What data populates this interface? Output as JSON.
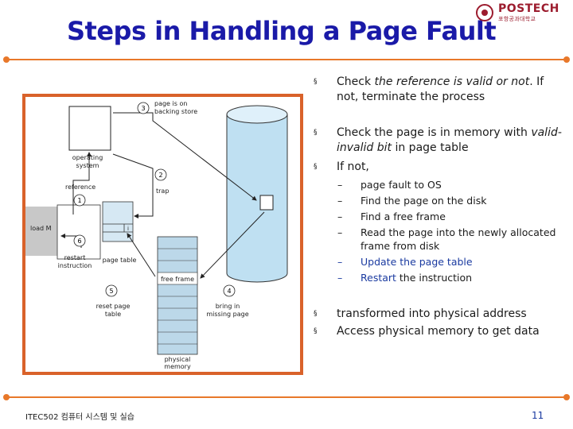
{
  "title": "Steps in Handling a Page Fault",
  "logo": {
    "brand": "POSTECH",
    "sub": "포항공과대학교"
  },
  "figure": {
    "labels": {
      "page_on_backing_store": [
        "page is on",
        "backing store"
      ],
      "operating_system": [
        "operating",
        "system"
      ],
      "reference": "reference",
      "trap": "trap",
      "load_m": "load M",
      "i": "i",
      "restart_instruction": [
        "restart",
        "instruction"
      ],
      "page_table": "page table",
      "free_frame": "free frame",
      "reset_page_table": [
        "reset page",
        "table"
      ],
      "bring_in_missing_page": [
        "bring in",
        "missing page"
      ],
      "physical_memory": [
        "physical",
        "memory"
      ]
    },
    "steps": [
      "1",
      "2",
      "3",
      "4",
      "5",
      "6"
    ]
  },
  "bullets": [
    {
      "marker": "§",
      "parts": [
        {
          "t": "Check "
        },
        {
          "t": "the reference is valid or not",
          "i": true
        },
        {
          "t": ". If not, terminate the process"
        }
      ]
    },
    {
      "marker": "§",
      "parts": [
        {
          "t": "Check the page is in memory with "
        },
        {
          "t": "valid-invalid bit",
          "i": true
        },
        {
          "t": " in page table"
        }
      ]
    },
    {
      "marker": "§",
      "parts": [
        {
          "t": "If not,"
        }
      ]
    }
  ],
  "subitems": [
    {
      "marker": "–",
      "text": "page fault to OS",
      "blue": false
    },
    {
      "marker": "–",
      "text": "Find the page on the disk",
      "blue": false
    },
    {
      "marker": "–",
      "text": "Find a free frame",
      "blue": false
    },
    {
      "marker": "–",
      "text": "Read the page into the newly allocated frame from disk",
      "blue": false
    },
    {
      "marker": "–",
      "text": "Update the page table",
      "blue": true
    },
    {
      "marker": "–",
      "text": "Restart",
      "blue": true,
      "rest": " the instruction"
    }
  ],
  "bottom_bullets": [
    {
      "marker": "§",
      "text": "transformed into physical address"
    },
    {
      "marker": "§",
      "text": "Access physical memory to get data"
    }
  ],
  "footer": {
    "course": "ITEC502 컴퓨터 시스템 및 실습",
    "page": "11"
  },
  "colors": {
    "title": "#1a1aa8",
    "accent": "#e8782a",
    "figure_border": "#d9622a",
    "disk": "#bfe0f2",
    "memory": "#bcd8e9"
  }
}
